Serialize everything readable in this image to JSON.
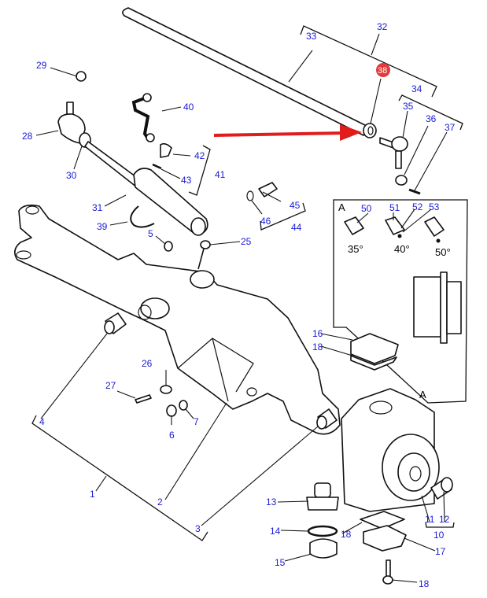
{
  "diagram": {
    "title": "Front axle assembly exploded parts diagram",
    "highlight": {
      "part": "38",
      "badge_color": "#e23b3b",
      "arrow_color": "#e01c1c"
    },
    "label_color": "#1a1ad6",
    "callouts": [
      {
        "id": "c1",
        "text": "1"
      },
      {
        "id": "c2",
        "text": "2"
      },
      {
        "id": "c3",
        "text": "3"
      },
      {
        "id": "c4",
        "text": "4"
      },
      {
        "id": "c5",
        "text": "5"
      },
      {
        "id": "c6",
        "text": "6"
      },
      {
        "id": "c7",
        "text": "7"
      },
      {
        "id": "c10",
        "text": "10"
      },
      {
        "id": "c11",
        "text": "11"
      },
      {
        "id": "c12",
        "text": "12"
      },
      {
        "id": "c13",
        "text": "13"
      },
      {
        "id": "c14",
        "text": "14"
      },
      {
        "id": "c15",
        "text": "15"
      },
      {
        "id": "c16",
        "text": "16"
      },
      {
        "id": "c17",
        "text": "17"
      },
      {
        "id": "c18a",
        "text": "18"
      },
      {
        "id": "c18b",
        "text": "18"
      },
      {
        "id": "c18c",
        "text": "18"
      },
      {
        "id": "c25",
        "text": "25"
      },
      {
        "id": "c26",
        "text": "26"
      },
      {
        "id": "c27",
        "text": "27"
      },
      {
        "id": "c28",
        "text": "28"
      },
      {
        "id": "c29",
        "text": "29"
      },
      {
        "id": "c30",
        "text": "30"
      },
      {
        "id": "c31",
        "text": "31"
      },
      {
        "id": "c32",
        "text": "32"
      },
      {
        "id": "c33",
        "text": "33"
      },
      {
        "id": "c34",
        "text": "34"
      },
      {
        "id": "c35",
        "text": "35"
      },
      {
        "id": "c36",
        "text": "36"
      },
      {
        "id": "c37",
        "text": "37"
      },
      {
        "id": "c38",
        "text": "38"
      },
      {
        "id": "c39",
        "text": "39"
      },
      {
        "id": "c40",
        "text": "40"
      },
      {
        "id": "c41",
        "text": "41"
      },
      {
        "id": "c42",
        "text": "42"
      },
      {
        "id": "c43",
        "text": "43"
      },
      {
        "id": "c44",
        "text": "44"
      },
      {
        "id": "c45",
        "text": "45"
      },
      {
        "id": "c46",
        "text": "46"
      },
      {
        "id": "c50",
        "text": "50"
      },
      {
        "id": "c51",
        "text": "51"
      },
      {
        "id": "c52",
        "text": "52"
      },
      {
        "id": "c53",
        "text": "53"
      }
    ],
    "detail_box": {
      "ref_letter": "A",
      "angles": [
        "35°",
        "40°",
        "50°"
      ]
    },
    "knuckle_ref": "A"
  }
}
